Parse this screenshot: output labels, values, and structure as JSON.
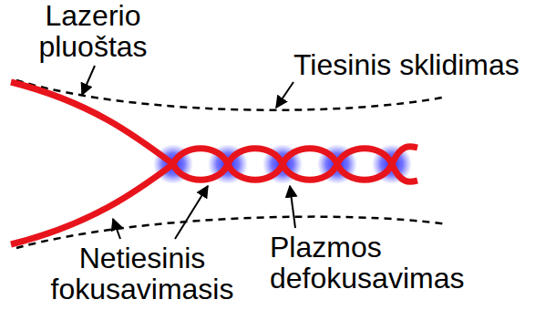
{
  "diagram": {
    "labels": [
      "Lazerio pluoštas",
      "Tiesinis sklidimas",
      "Netiesinis fokusavimasis",
      "Plazmos defokusavimas"
    ]
  }
}
